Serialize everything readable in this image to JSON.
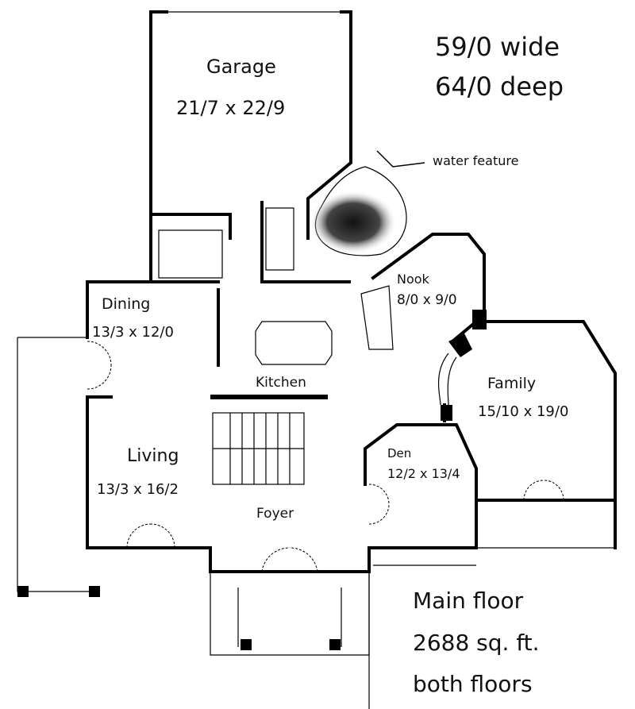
{
  "plan": {
    "overall": {
      "width": "59/0 wide",
      "depth": "64/0 deep"
    },
    "annotation": "water feature",
    "rooms": [
      {
        "name": "Garage",
        "size": "21/7 x 22/9"
      },
      {
        "name": "Dining",
        "size": "13/3 x 12/0"
      },
      {
        "name": "Kitchen"
      },
      {
        "name": "Nook",
        "size": "8/0 x 9/0"
      },
      {
        "name": "Family",
        "size": "15/10 x 19/0"
      },
      {
        "name": "Living",
        "size": "13/3 x 16/2"
      },
      {
        "name": "Den",
        "size": "12/2 x 13/4"
      },
      {
        "name": "Foyer"
      }
    ],
    "summary": {
      "floor": "Main floor",
      "area": "2688 sq. ft.",
      "note": "both floors"
    }
  }
}
